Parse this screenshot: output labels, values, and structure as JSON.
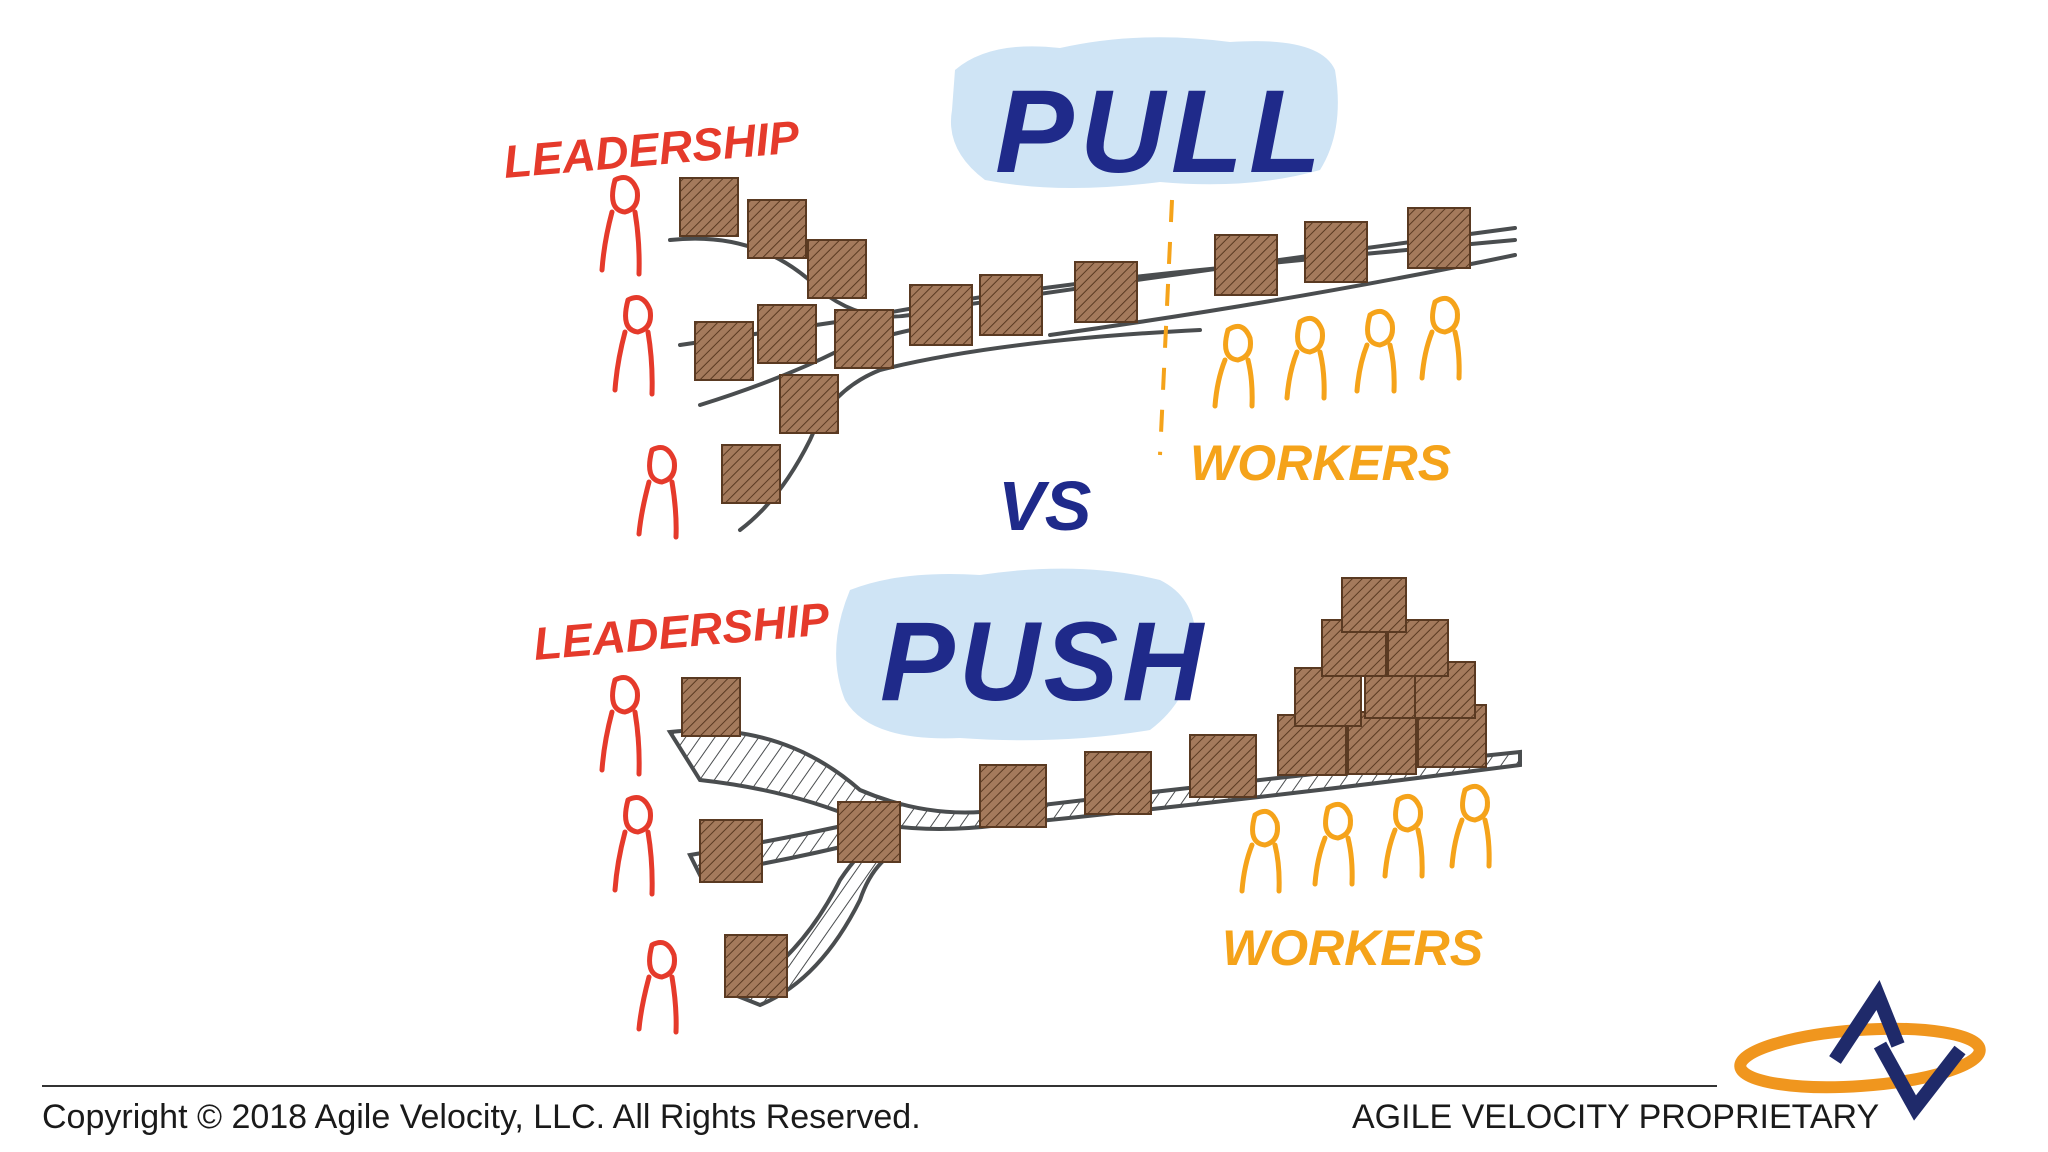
{
  "colors": {
    "leadership": "#e53a2b",
    "workers": "#f5a31a",
    "title": "#1f2a8a",
    "cloud": "#cfe4f5",
    "box_fill": "#a47a5c",
    "box_hatch": "#5a3a22",
    "track": "#4a4d4f",
    "logo_navy": "#1f2a6a",
    "logo_orange": "#f0961e"
  },
  "pull": {
    "title": "PULL",
    "leadership_label": "LEADERSHIP",
    "workers_label": "WORKERS"
  },
  "separator": "VS",
  "push": {
    "title": "PUSH",
    "leadership_label": "LEADERSHIP",
    "workers_label": "WORKERS"
  },
  "footer": {
    "copyright": "Copyright © 2018 Agile Velocity, LLC.  All Rights Reserved.",
    "proprietary": "AGILE VELOCITY PROPRIETARY"
  },
  "logo": {
    "icon": "agile-velocity-av-logo"
  }
}
